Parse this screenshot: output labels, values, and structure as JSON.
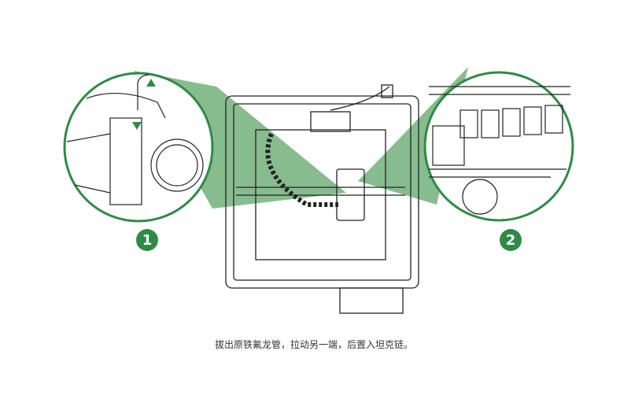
{
  "callouts": [
    {
      "label": "1"
    },
    {
      "label": "2"
    }
  ],
  "caption": "拔出原铁氟龙管，拉动另一端，后置入坦克链。",
  "colors": {
    "accent": "#2e8b47",
    "highlight": "#5fa56a"
  }
}
